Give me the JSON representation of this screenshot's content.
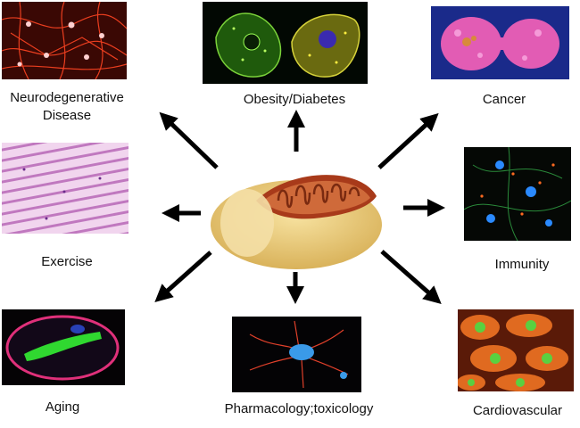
{
  "center": {
    "name": "mitochondrion-illustration"
  },
  "panels": [
    {
      "id": "neuro",
      "label_lines": [
        "Neurodegenerative",
        "Disease"
      ]
    },
    {
      "id": "obesity",
      "label_lines": [
        "Obesity/Diabetes"
      ]
    },
    {
      "id": "cancer",
      "label_lines": [
        "Cancer"
      ]
    },
    {
      "id": "exercise",
      "label_lines": [
        "Exercise"
      ]
    },
    {
      "id": "immunity",
      "label_lines": [
        "Immunity"
      ]
    },
    {
      "id": "aging",
      "label_lines": [
        "Aging"
      ]
    },
    {
      "id": "pharma",
      "label_lines": [
        "Pharmacology;toxicology"
      ]
    },
    {
      "id": "cardio",
      "label_lines": [
        "Cardiovascular"
      ]
    }
  ],
  "colors": {
    "arrow": "#000000",
    "mito_outer": "#e8c878",
    "mito_inner": "#c0502a"
  }
}
